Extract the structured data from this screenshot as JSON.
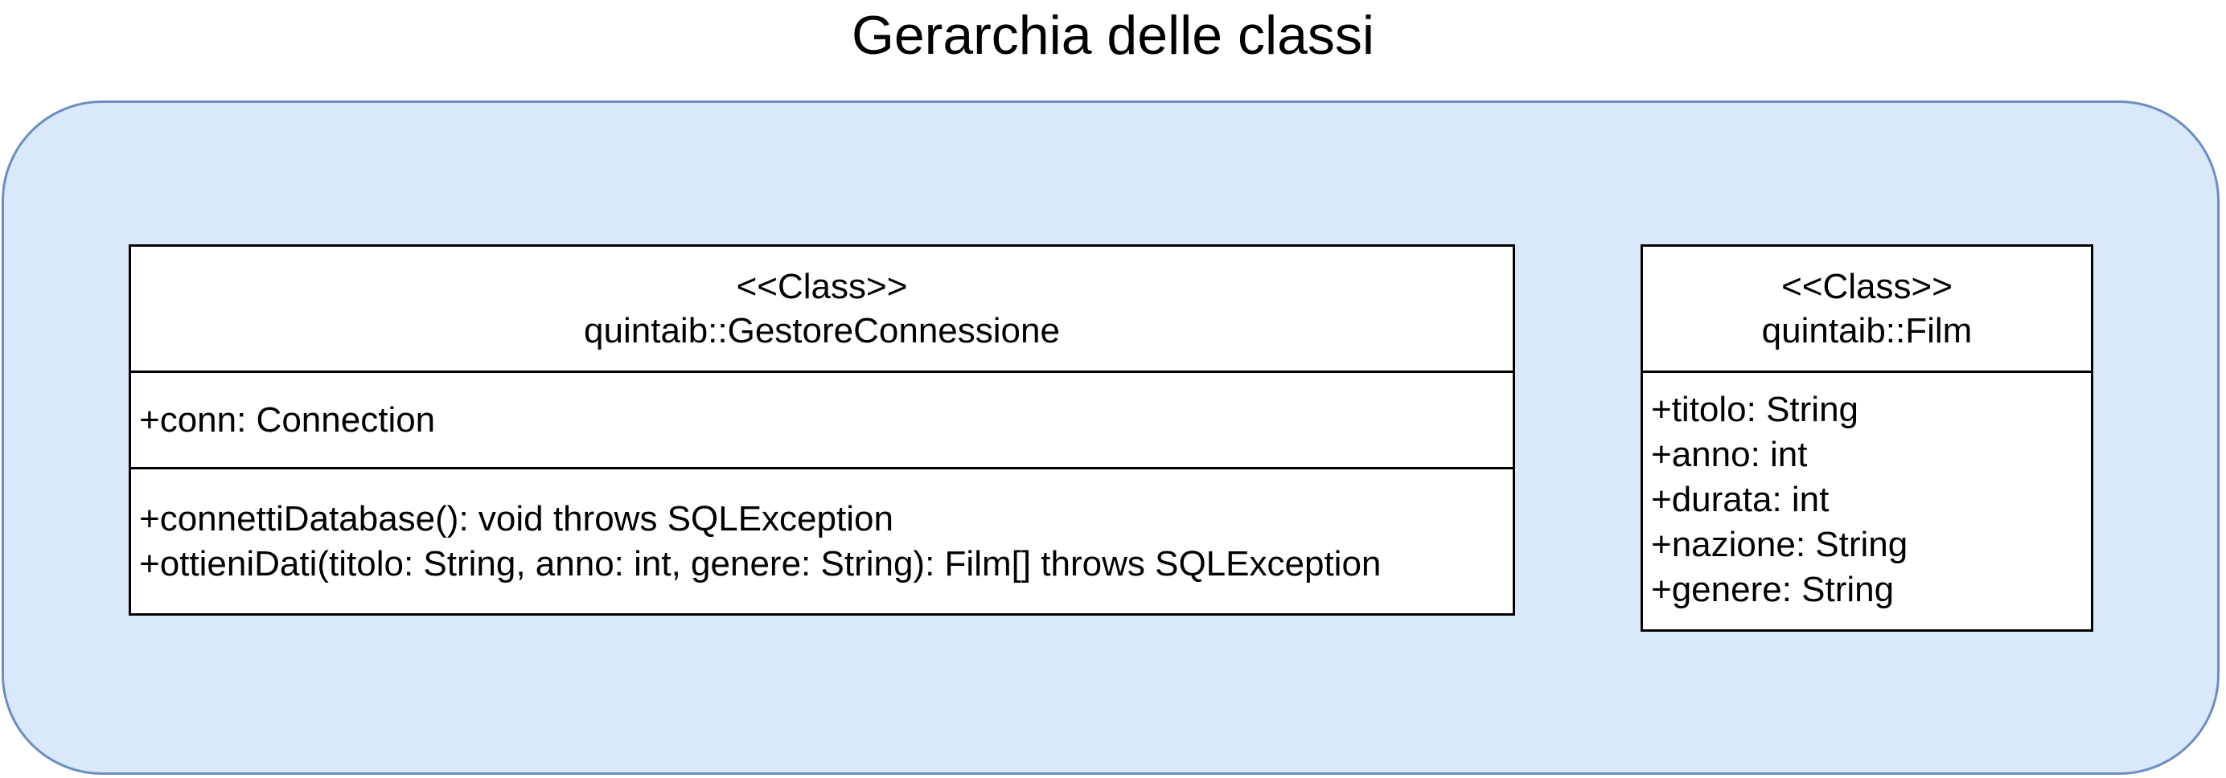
{
  "title": "Gerarchia delle classi",
  "colors": {
    "package_fill": "#dae8fc",
    "package_border": "#6c8ebf",
    "class_fill": "#ffffff",
    "class_border": "#000000"
  },
  "classes": [
    {
      "stereotype": "<<Class>>",
      "name": "quintaib::GestoreConnessione",
      "attributes": [
        "+conn: Connection"
      ],
      "methods": [
        "+connettiDatabase(): void throws SQLException",
        "+ottieniDati(titolo: String, anno: int, genere: String): Film[] throws SQLException"
      ]
    },
    {
      "stereotype": "<<Class>>",
      "name": "quintaib::Film",
      "attributes": [
        "+titolo: String",
        "+anno: int",
        "+durata: int",
        "+nazione: String",
        "+genere: String"
      ]
    }
  ]
}
